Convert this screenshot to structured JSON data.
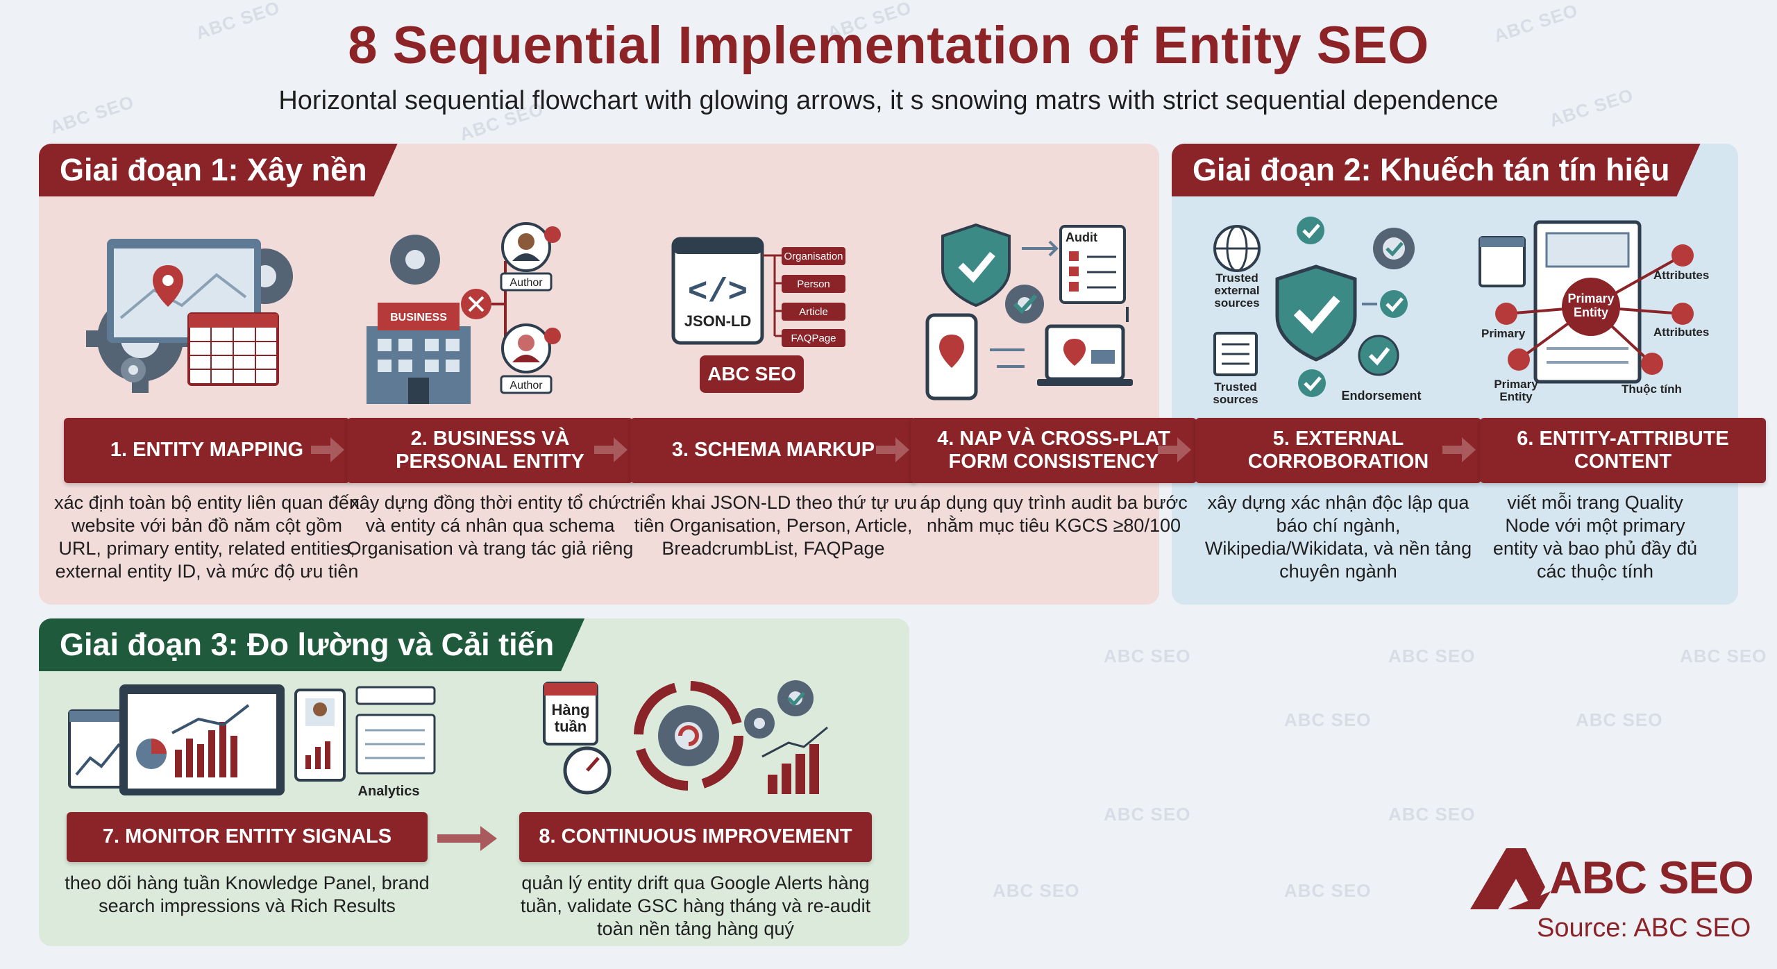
{
  "header": {
    "title": "8 Sequential Implementation of Entity SEO",
    "subtitle": "Horizontal sequential flowchart with glowing arrows, it s snowing matrs with strict sequential dependence"
  },
  "watermark": "ABC SEO",
  "phases": [
    {
      "label": "Giai đoạn 1: Xây nền",
      "color": "#8a2428"
    },
    {
      "label": "Giai đoạn 2: Khuếch tán tín hiệu",
      "color": "#8a2428"
    },
    {
      "label": "Giai đoạn 3: Đo lường và Cải tiến",
      "color": "#1f5a3c"
    }
  ],
  "steps": [
    {
      "title": "1. ENTITY MAPPING",
      "desc": "xác định toàn bộ entity liên quan đến website với bản đồ năm cột gồm URL, primary entity, related entities, external entity ID, và mức độ ưu tiên"
    },
    {
      "title": "2. BUSINESS VÀ PERSONAL ENTITY",
      "desc": "xây dựng đồng thời entity tổ chức và entity cá nhân qua schema Organisation và trang tác giả riêng"
    },
    {
      "title": "3. SCHEMA MARKUP",
      "desc": "triển khai JSON-LD theo thứ tự ưu tiên Organisation, Person, Article, BreadcrumbList, FAQPage"
    },
    {
      "title": "4. NAP VÀ CROSS-PLAT FORM CONSISTENCY",
      "desc": "áp dụng quy trình audit ba bước nhằm mục tiêu KGCS ≥80/100"
    },
    {
      "title": "5. EXTERNAL CORROBORATION",
      "desc": "xây dựng xác nhận độc lập qua báo chí ngành, Wikipedia/Wikidata, và nền tảng chuyên ngành"
    },
    {
      "title": "6. ENTITY-ATTRIBUTE CONTENT",
      "desc": "viết mỗi trang Quality Node với một primary entity và bao phủ đầy đủ các thuộc tính"
    },
    {
      "title": "7. MONITOR ENTITY SIGNALS",
      "desc": "theo dõi hàng tuần Knowledge Panel, brand search impressions và Rich Results"
    },
    {
      "title": "8. CONTINUOUS IMPROVEMENT",
      "desc": "quản lý entity drift qua Google Alerts hàng tuần, validate GSC hàng tháng và re-audit toàn nền tảng hàng quý"
    }
  ],
  "icon_labels": {
    "business": "BUSINESS",
    "author": "Author",
    "jsonld": "JSON-LD",
    "code": "</>",
    "schema_tags": [
      "Organisation",
      "Person",
      "Article",
      "FAQPage"
    ],
    "abc_badge": "ABC SEO",
    "audit": "Audit",
    "trusted_external": "Trusted external sources",
    "trusted_sources": "Trusted sources",
    "endorsement": "Endorsement",
    "primary_entity": "Primary Entity",
    "attributes": "Attributes",
    "primary": "Primary",
    "thuoc_tinh": "Thuộc tính",
    "analytics": "Analytics",
    "hang_tuan": "Hàng tuần"
  },
  "brand": {
    "name": "ABC SEO",
    "source": "Source: ABC SEO",
    "color": "#8a2428"
  }
}
